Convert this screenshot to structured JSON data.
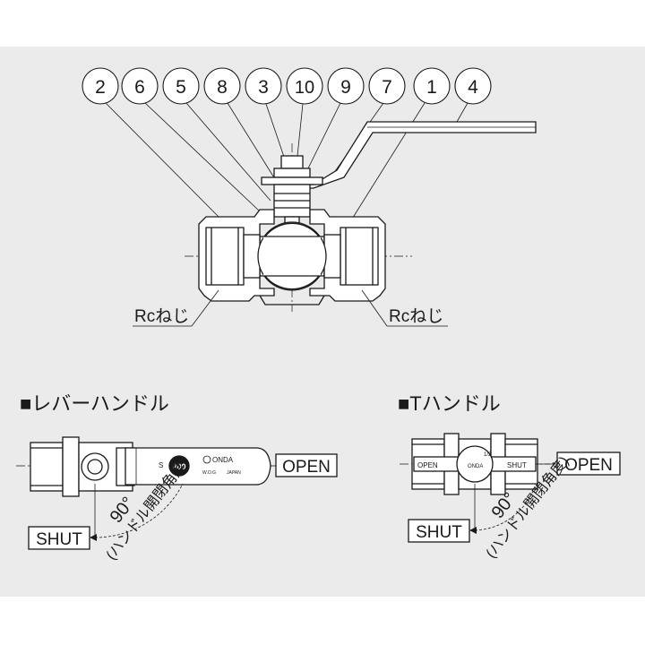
{
  "callouts": [
    "2",
    "6",
    "5",
    "8",
    "3",
    "10",
    "9",
    "7",
    "1",
    "4"
  ],
  "thread_label_left": "Rcねじ",
  "thread_label_right": "Rcねじ",
  "lever_section": {
    "title": "■レバーハンドル",
    "open_label": "OPEN",
    "shut_label": "SHUT",
    "angle_label": "90°",
    "angle_note": "(ハンドル開閉角度)",
    "handle_brand": "ONDA",
    "handle_rating": "400",
    "handle_sub_a": "W.O.G",
    "handle_sub_b": "JAPAN",
    "handle_mark": "S"
  },
  "t_section": {
    "title": "■Tハンドル",
    "open_label": "OPEN",
    "shut_label": "SHUT",
    "angle_label": "90°",
    "angle_note": "(ハンドル開閉角度)",
    "handle_open": "OPEN",
    "handle_shut": "SHUT",
    "handle_brand": "ONDA",
    "handle_fraction": "1/2"
  }
}
